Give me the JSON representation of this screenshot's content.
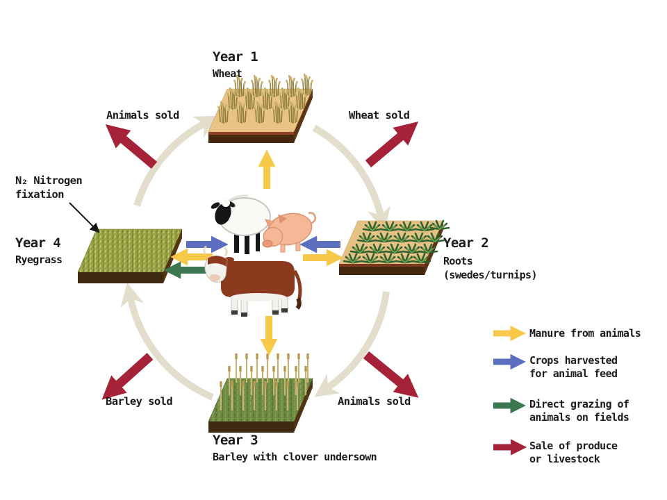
{
  "diagram": {
    "background": "#FFFFFF",
    "fields": {
      "year1": {
        "title": "Year 1",
        "subtitle": "Wheat"
      },
      "year2": {
        "title": "Year 2",
        "subtitle": "Roots",
        "subtitle2": "(swedes/turnips)"
      },
      "year3": {
        "title": "Year 3",
        "subtitle": "Barley with clover undersown"
      },
      "year4": {
        "title": "Year 4",
        "subtitle": "Ryegrass"
      }
    },
    "sold_labels": {
      "top_left": "Animals sold",
      "top_right": "Wheat sold",
      "bottom_right": "Animals sold",
      "bottom_left": "Barley sold"
    },
    "annotation": {
      "line1": "N₂ Nitrogen",
      "line2": "fixation"
    },
    "center_animals": [
      "sheep",
      "pig",
      "cow"
    ],
    "legend": {
      "items": [
        {
          "id": "manure",
          "color": "#F7C94B",
          "line1": "Manure from animals",
          "line2": ""
        },
        {
          "id": "crops-feed",
          "color": "#5C6FBE",
          "line1": "Crops harvested",
          "line2": "for animal feed"
        },
        {
          "id": "grazing",
          "color": "#3B7750",
          "line1": "Direct grazing of",
          "line2": "animals on fields"
        },
        {
          "id": "sale",
          "color": "#A62239",
          "line1": "Sale of produce",
          "line2": "or livestock"
        }
      ]
    },
    "colors": {
      "ring": "#E2DECB",
      "manure_arrow": "#F7C94B",
      "crops_arrow": "#5C6FBE",
      "grazing_arrow": "#3B7750",
      "sale_arrow": "#A62239",
      "annotation_arrow": "#151515",
      "text": "#1B1B1B"
    }
  }
}
